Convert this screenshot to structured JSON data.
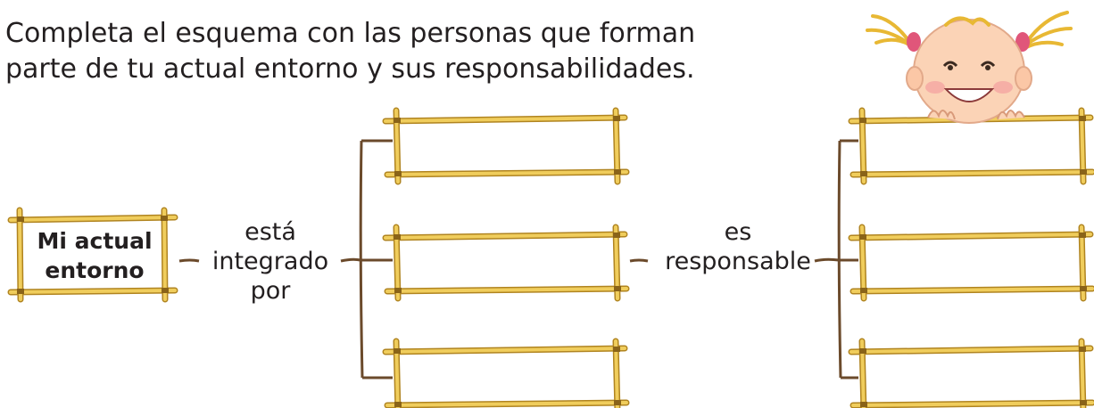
{
  "instruction": "Completa el esquema con las personas que forman parte de tu actual entorno y sus responsabilidades.",
  "root": {
    "line1": "Mi actual",
    "line2": "entorno"
  },
  "connector1": {
    "line1": "está",
    "line2": "integrado",
    "line3": "por"
  },
  "connector2": {
    "line1": "es",
    "line2": "responsable"
  },
  "members": [
    "",
    "",
    ""
  ],
  "responsibilities": [
    "",
    "",
    ""
  ],
  "colors": {
    "frame": "#e8c14e",
    "frame_dark": "#b08420",
    "connector": "#6b4a2b",
    "text": "#231f20"
  },
  "mascot": "smiling-girl-with-pigtails"
}
